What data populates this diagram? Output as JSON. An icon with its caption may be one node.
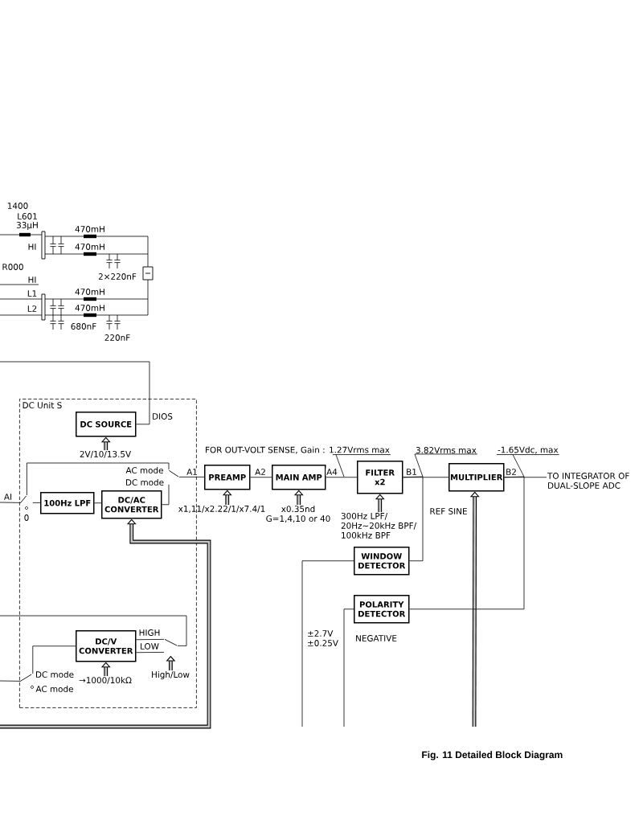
{
  "diagram": {
    "caption": "Fig. 11 Detailed Block Diagram",
    "nodes": [
      {
        "text": [
          "DC Unit S"
        ]
      },
      {
        "text": [
          "DC SOURCE"
        ],
        "in": 0
      },
      {
        "text": [
          "2V/10/13.5V"
        ],
        "in": 0
      },
      {
        "text": [
          "FOR OUT-VOLT SENSE, Gain : 1.27Vrms max"
        ]
      },
      {
        "text": [
          "3.82Vrms max"
        ]
      },
      {
        "text": [
          "-1.65Vdc, max"
        ]
      },
      {
        "text": [],
        "shape": "switch",
        "in": 0,
        "beside": [
          "AC mode",
          "DC mode"
        ]
      },
      {
        "text": [
          "PREAMP"
        ]
      },
      {
        "text": [
          "MAIN AMP"
        ]
      },
      {
        "text": [
          "FILTER x2"
        ]
      },
      {
        "text": [
          "MULTIPLIER"
        ]
      },
      {
        "text": [
          "TO INTEGRATOR OF DUAL-SLOPE ADC"
        ]
      },
      {
        "text": [],
        "shape": "switch",
        "in": 0,
        "beside": [
          "0"
        ]
      },
      {
        "text": [
          "100Hz LPF"
        ],
        "in": 0
      },
      {
        "text": [
          "DC/AC CONVERTER"
        ],
        "in": 0
      },
      {
        "text": [
          "x1,11/x2.22/1/x7.4/1"
        ]
      },
      {
        "text": [
          "x0.35nd G=1,4,10 or 40"
        ]
      },
      {
        "text": [
          "300Hz LPF/ 20Hz~20kHz BPF/ 100kHz BPF"
        ]
      },
      {
        "text": [
          "WINDOW DETECTOR"
        ]
      },
      {
        "text": [
          "POLARITY DETECTOR"
        ]
      },
      {
        "text": [
          "DC/V CONVERTER"
        ],
        "in": 0
      },
      {
        "text": [],
        "shape": "switch",
        "in": 0,
        "beside": [
          "HIGH",
          "LOW"
        ]
      },
      {
        "text": [
          "→1000/10kΩ"
        ],
        "in": 0
      },
      {
        "text": [
          "High/Low"
        ],
        "in": 0
      },
      {
        "text": [],
        "shape": "switch",
        "in": 0,
        "beside": [
          "DC mode",
          "AC mode"
        ]
      }
    ],
    "edges": [
      {
        "from": null,
        "to": 12,
        "arrow": "none",
        "label": "AI"
      },
      {
        "from": 12,
        "to": 13,
        "arrow": "none"
      },
      {
        "from": 12,
        "to": 6,
        "arrow": "none"
      },
      {
        "from": 13,
        "to": 14,
        "arrow": "none"
      },
      {
        "from": 14,
        "to": 6,
        "arrow": "none"
      },
      {
        "from": 6,
        "to": 7,
        "arrow": "none",
        "label": "A1"
      },
      {
        "from": 1,
        "to": null,
        "arrow": "none",
        "label": "DIOS"
      },
      {
        "from": null,
        "to": 14,
        "arrow": "to",
        "style": "thick"
      },
      {
        "from": 2,
        "to": 1,
        "arrow": "to",
        "style": "thick"
      },
      {
        "from": 7,
        "to": 8,
        "arrow": "none",
        "label": "A2"
      },
      {
        "from": 8,
        "to": 9,
        "arrow": "none",
        "label": "A4"
      },
      {
        "from": 9,
        "to": 10,
        "arrow": "none",
        "label": "B1"
      },
      {
        "from": 10,
        "to": 11,
        "arrow": "none",
        "label": "B2"
      },
      {
        "from": 15,
        "to": 7,
        "arrow": "to",
        "style": "thick"
      },
      {
        "from": 16,
        "to": 8,
        "arrow": "to",
        "style": "thick"
      },
      {
        "from": 17,
        "to": 9,
        "arrow": "to",
        "style": "thick"
      },
      {
        "from": null,
        "to": 10,
        "arrow": "to",
        "style": "thick",
        "label": "REF SINE"
      },
      {
        "from": 9,
        "to": 18,
        "arrow": "none"
      },
      {
        "from": 18,
        "to": null,
        "arrow": "none",
        "label": "±2.7V ±0.25V"
      },
      {
        "from": 10,
        "to": 19,
        "arrow": "none"
      },
      {
        "from": 19,
        "to": null,
        "arrow": "none",
        "label": "NEGATIVE"
      },
      {
        "from": 22,
        "to": 20,
        "arrow": "to",
        "style": "thick"
      },
      {
        "from": 20,
        "to": 21,
        "arrow": "none"
      },
      {
        "from": 20,
        "to": 21,
        "arrow": "none"
      },
      {
        "from": 23,
        "to": 21,
        "arrow": "to",
        "style": "thick"
      },
      {
        "from": 21,
        "to": null,
        "arrow": "none"
      },
      {
        "from": 24,
        "to": 20,
        "arrow": "none"
      },
      {
        "from": null,
        "to": 24,
        "arrow": "none"
      },
      {
        "from": 3,
        "to": null,
        "arrow": "none"
      },
      {
        "from": 4,
        "to": null,
        "arrow": "none"
      },
      {
        "from": 5,
        "to": null,
        "arrow": "none"
      }
    ],
    "labels": [
      "1400",
      "L601",
      "33µH",
      "470mH",
      "HI",
      "470mH",
      "R000",
      "2×220nF",
      "HI",
      "L1",
      "470mH",
      "L2",
      "470mH",
      "680nF",
      "220nF"
    ]
  }
}
